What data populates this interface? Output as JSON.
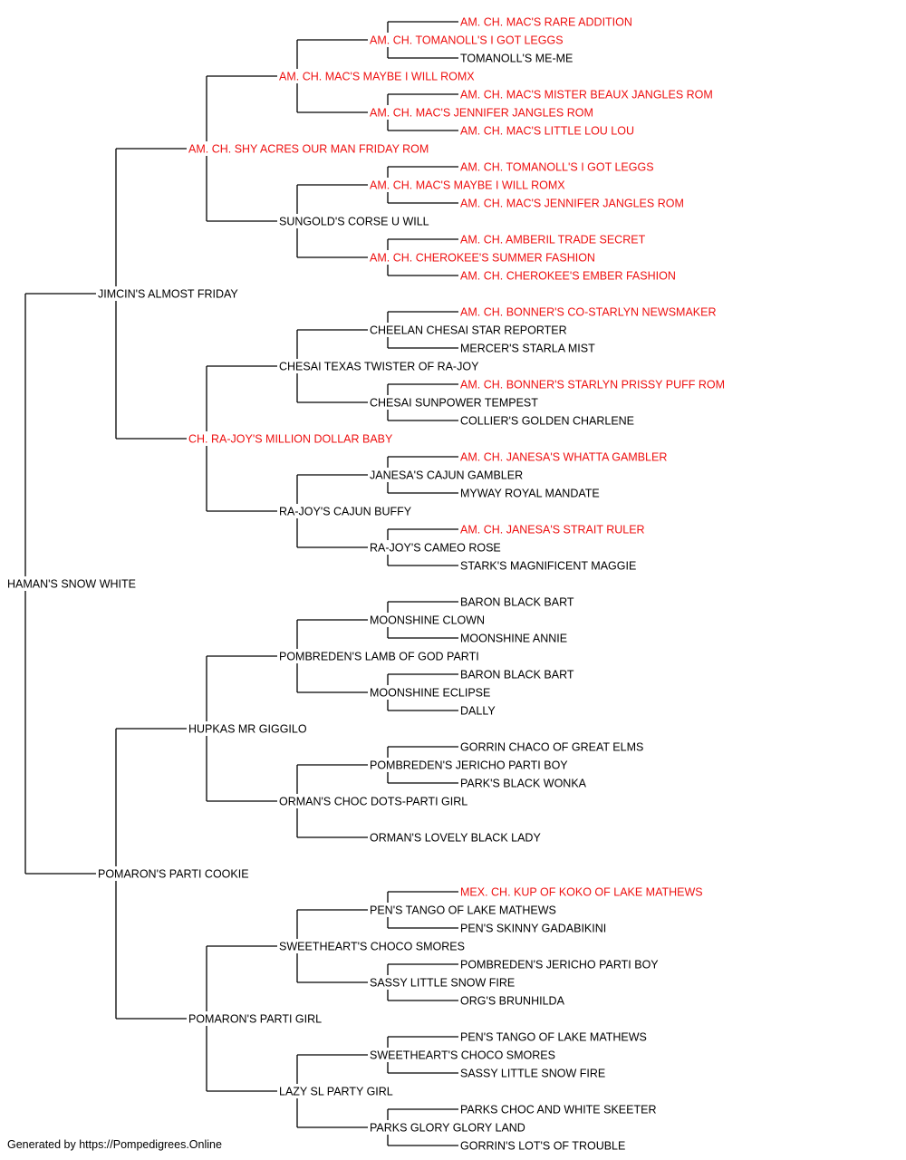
{
  "colors": {
    "champion": "#ee1111",
    "normal": "#000000",
    "line": "#000000"
  },
  "pedigree": {
    "name": "HAMAN'S SNOW WHITE",
    "champion": false,
    "sire": {
      "name": "JIMCIN'S ALMOST FRIDAY",
      "champion": false,
      "sire": {
        "name": "AM. CH. SHY ACRES OUR MAN FRIDAY ROM",
        "champion": true,
        "sire": {
          "name": "AM. CH. MAC'S MAYBE I WILL ROMX",
          "champion": true,
          "sire": {
            "name": "AM. CH. TOMANOLL'S I GOT LEGGS",
            "champion": true,
            "sire": {
              "name": "AM. CH. MAC'S RARE ADDITION",
              "champion": true
            },
            "dam": {
              "name": "TOMANOLL'S ME-ME",
              "champion": false
            }
          },
          "dam": {
            "name": "AM. CH. MAC'S JENNIFER JANGLES ROM",
            "champion": true,
            "sire": {
              "name": "AM. CH. MAC'S MISTER BEAUX JANGLES ROM",
              "champion": true
            },
            "dam": {
              "name": "AM. CH. MAC'S LITTLE LOU LOU",
              "champion": true
            }
          }
        },
        "dam": {
          "name": "SUNGOLD'S CORSE U WILL",
          "champion": false,
          "sire": {
            "name": "AM. CH. MAC'S MAYBE I WILL ROMX",
            "champion": true,
            "sire": {
              "name": "AM. CH. TOMANOLL'S I GOT LEGGS",
              "champion": true
            },
            "dam": {
              "name": "AM. CH. MAC'S JENNIFER JANGLES ROM",
              "champion": true
            }
          },
          "dam": {
            "name": "AM. CH. CHEROKEE'S SUMMER FASHION",
            "champion": true,
            "sire": {
              "name": "AM. CH. AMBERIL TRADE SECRET",
              "champion": true
            },
            "dam": {
              "name": "AM. CH. CHEROKEE'S EMBER FASHION",
              "champion": true
            }
          }
        }
      },
      "dam": {
        "name": "CH. RA-JOY'S MILLION DOLLAR BABY",
        "champion": true,
        "sire": {
          "name": "CHESAI TEXAS TWISTER OF RA-JOY",
          "champion": false,
          "sire": {
            "name": "CHEELAN CHESAI STAR REPORTER",
            "champion": false,
            "sire": {
              "name": "AM. CH. BONNER'S CO-STARLYN NEWSMAKER",
              "champion": true
            },
            "dam": {
              "name": "MERCER'S STARLA MIST",
              "champion": false
            }
          },
          "dam": {
            "name": "CHESAI SUNPOWER TEMPEST",
            "champion": false,
            "sire": {
              "name": "AM. CH. BONNER'S STARLYN PRISSY PUFF ROM",
              "champion": true
            },
            "dam": {
              "name": "COLLIER'S GOLDEN CHARLENE",
              "champion": false
            }
          }
        },
        "dam": {
          "name": "RA-JOY'S CAJUN BUFFY",
          "champion": false,
          "sire": {
            "name": "JANESA'S CAJUN GAMBLER",
            "champion": false,
            "sire": {
              "name": "AM. CH. JANESA'S WHATTA GAMBLER",
              "champion": true
            },
            "dam": {
              "name": "MYWAY ROYAL MANDATE",
              "champion": false
            }
          },
          "dam": {
            "name": "RA-JOY'S CAMEO ROSE",
            "champion": false,
            "sire": {
              "name": "AM. CH. JANESA'S STRAIT RULER",
              "champion": true
            },
            "dam": {
              "name": "STARK'S MAGNIFICENT MAGGIE",
              "champion": false
            }
          }
        }
      }
    },
    "dam": {
      "name": "POMARON'S PARTI COOKIE",
      "champion": false,
      "sire": {
        "name": "HUPKAS MR GIGGILO",
        "champion": false,
        "sire": {
          "name": "POMBREDEN'S LAMB OF GOD PARTI",
          "champion": false,
          "sire": {
            "name": "MOONSHINE CLOWN",
            "champion": false,
            "sire": {
              "name": "BARON BLACK BART",
              "champion": false
            },
            "dam": {
              "name": "MOONSHINE ANNIE",
              "champion": false
            }
          },
          "dam": {
            "name": "MOONSHINE ECLIPSE",
            "champion": false,
            "sire": {
              "name": "BARON BLACK BART",
              "champion": false
            },
            "dam": {
              "name": "DALLY",
              "champion": false
            }
          }
        },
        "dam": {
          "name": "ORMAN'S CHOC DOTS-PARTI GIRL",
          "champion": false,
          "sire": {
            "name": "POMBREDEN'S JERICHO PARTI BOY",
            "champion": false,
            "sire": {
              "name": "GORRIN CHACO OF GREAT ELMS",
              "champion": false
            },
            "dam": {
              "name": "PARK'S BLACK WONKA",
              "champion": false
            }
          },
          "dam": {
            "name": "ORMAN'S LOVELY BLACK LADY",
            "champion": false
          }
        }
      },
      "dam": {
        "name": "POMARON'S PARTI GIRL",
        "champion": false,
        "sire": {
          "name": "SWEETHEART'S CHOCO SMORES",
          "champion": false,
          "sire": {
            "name": "PEN'S TANGO OF LAKE MATHEWS",
            "champion": false,
            "sire": {
              "name": "MEX. CH. KUP OF KOKO OF LAKE MATHEWS",
              "champion": true
            },
            "dam": {
              "name": "PEN'S SKINNY GADABIKINI",
              "champion": false
            }
          },
          "dam": {
            "name": "SASSY LITTLE SNOW FIRE",
            "champion": false,
            "sire": {
              "name": "POMBREDEN'S JERICHO PARTI BOY",
              "champion": false
            },
            "dam": {
              "name": "ORG'S BRUNHILDA",
              "champion": false
            }
          }
        },
        "dam": {
          "name": "LAZY SL PARTY GIRL",
          "champion": false,
          "sire": {
            "name": "SWEETHEART'S CHOCO SMORES",
            "champion": false,
            "sire": {
              "name": "PEN'S TANGO OF LAKE MATHEWS",
              "champion": false
            },
            "dam": {
              "name": "SASSY LITTLE SNOW FIRE",
              "champion": false
            }
          },
          "dam": {
            "name": "PARKS GLORY GLORY LAND",
            "champion": false,
            "sire": {
              "name": "PARKS CHOC AND WHITE SKEETER",
              "champion": false
            },
            "dam": {
              "name": "GORRIN'S LOT'S OF TROUBLE",
              "champion": false
            }
          }
        }
      }
    }
  },
  "footer": "Generated by https://Pompedigrees.Online"
}
